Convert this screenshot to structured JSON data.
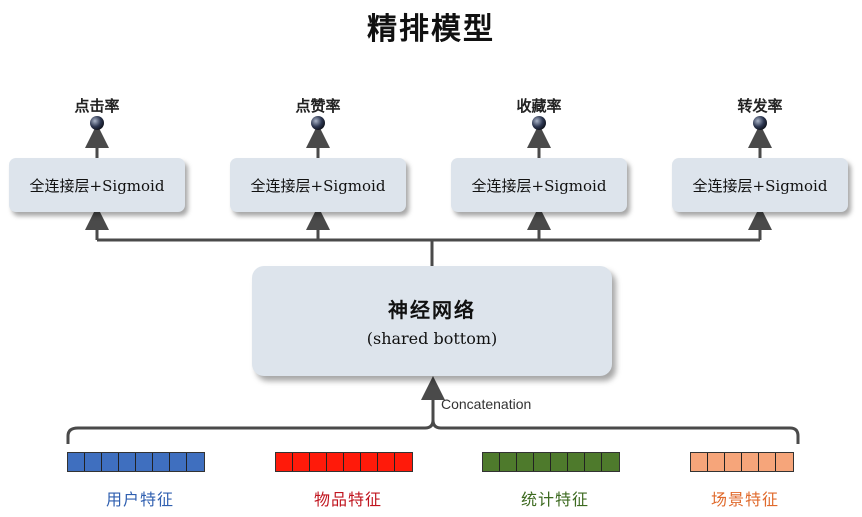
{
  "title": "精排模型",
  "outputs": [
    {
      "label": "点击率"
    },
    {
      "label": "点赞率"
    },
    {
      "label": "收藏率"
    },
    {
      "label": "转发率"
    }
  ],
  "fc_label": "全连接层+Sigmoid",
  "network": {
    "title": "神经网络",
    "subtitle": "(shared bottom)"
  },
  "concat_label": "Concatenation",
  "features": [
    {
      "label": "用户特征",
      "color": "#3f6fbf",
      "label_color": "#2f5fb0",
      "cells": 8
    },
    {
      "label": "物品特征",
      "color": "#ff1a0a",
      "label_color": "#c0141e",
      "cells": 8
    },
    {
      "label": "统计特征",
      "color": "#4e7a2c",
      "label_color": "#3d6a20",
      "cells": 8
    },
    {
      "label": "场景特征",
      "color": "#f6a57a",
      "label_color": "#e06a2c",
      "cells": 6
    }
  ]
}
